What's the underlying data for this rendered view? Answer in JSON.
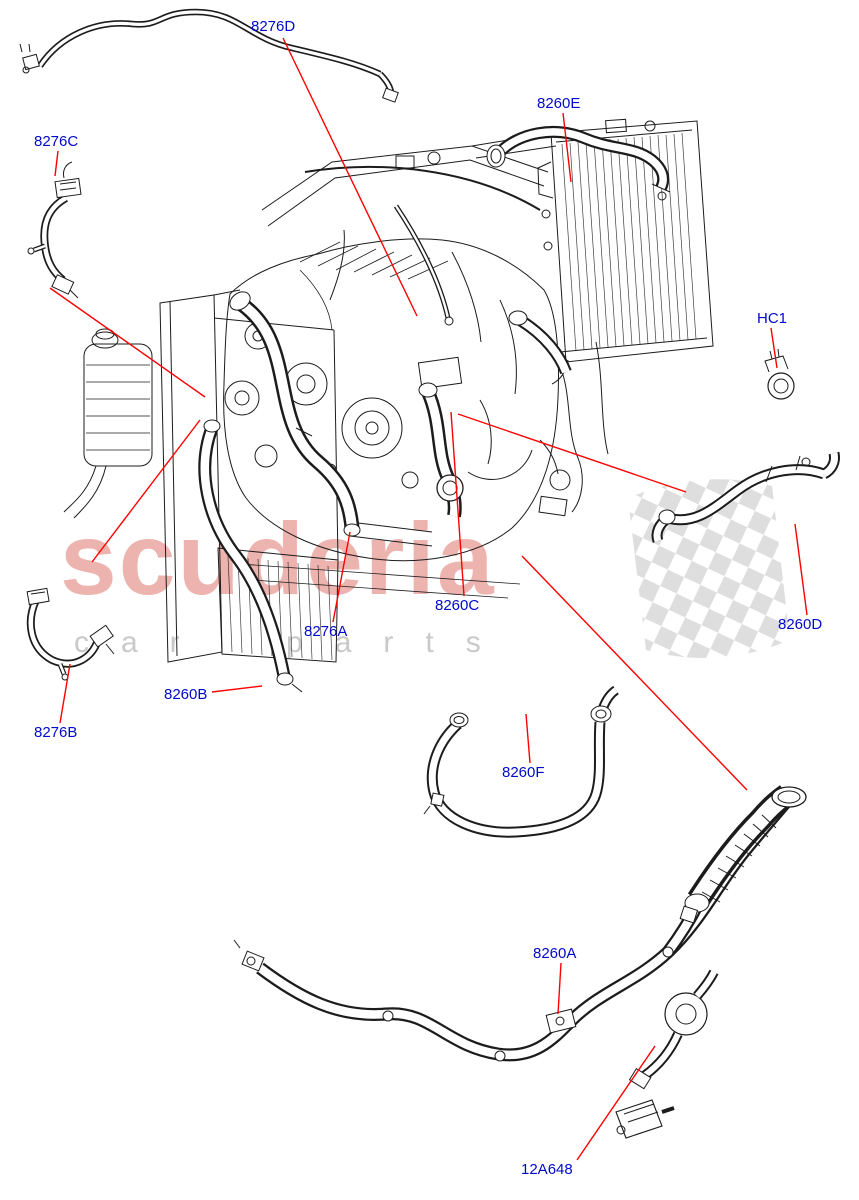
{
  "colors": {
    "bg": "#ffffff",
    "label": "#0009cc",
    "leader": "#ff0000",
    "line": "#1c1c1c",
    "watermark-brand": "#edb3ae",
    "watermark-sub": "#c9c9c9",
    "flag": "#d8d8d8"
  },
  "watermark": {
    "line1": "scuderia",
    "line2": "car parts"
  },
  "labels": [
    {
      "id": "8276D",
      "text": "8276D"
    },
    {
      "id": "8260E",
      "text": "8260E"
    },
    {
      "id": "8276C",
      "text": "8276C"
    },
    {
      "id": "HC1",
      "text": "HC1"
    },
    {
      "id": "8260C",
      "text": "8260C"
    },
    {
      "id": "8276A",
      "text": "8276A"
    },
    {
      "id": "8260D",
      "text": "8260D"
    },
    {
      "id": "8260B",
      "text": "8260B"
    },
    {
      "id": "8276B",
      "text": "8276B"
    },
    {
      "id": "8260F",
      "text": "8260F"
    },
    {
      "id": "8260A",
      "text": "8260A"
    },
    {
      "id": "12A648",
      "text": "12A648"
    }
  ]
}
